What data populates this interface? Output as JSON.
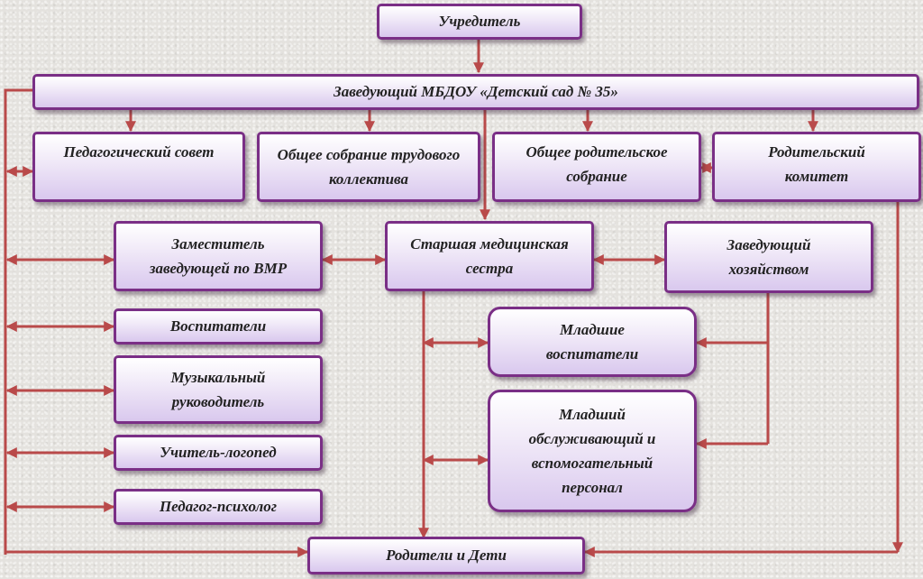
{
  "nodes": {
    "founder": "Учредитель",
    "head": "Заведующий МБДОУ «Детский сад № 35»",
    "ped_council": "Педагогический совет",
    "labor_meeting": "Общее собрание трудового коллектива",
    "parent_meeting": "Общее родительское собрание",
    "parent_committee": "Родительский комитет",
    "deputy_vmr": "Заместитель заведующей по ВМР",
    "senior_nurse": "Старшая медицинская сестра",
    "supply_head": "Заведующий хозяйством",
    "educators": "Воспитатели",
    "music_director": "Музыкальный руководитель",
    "speech_therapist": "Учитель-логопед",
    "psychologist": "Педагог-психолог",
    "junior_educators": "Младшие воспитатели",
    "junior_staff": "Младший обслуживающий и вспомогательный персонал",
    "parents_children": "Родители и Дети"
  },
  "colors": {
    "border": "#7a2f86",
    "arrow": "#b94a4a"
  }
}
